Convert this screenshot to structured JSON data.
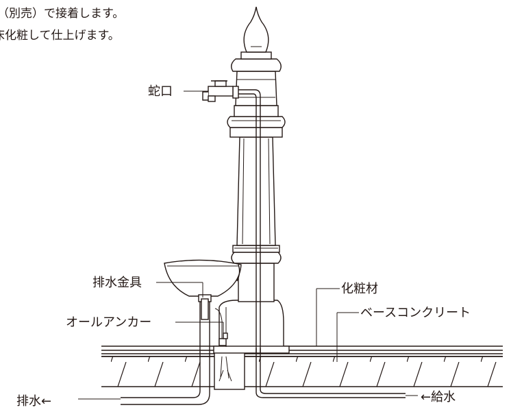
{
  "notes": {
    "line1": "（別売）で接着します。",
    "line2": "床化粧して仕上げます。"
  },
  "labels": {
    "faucet": "蛇口",
    "drain_fitting": "排水金具",
    "anchor": "オールアンカー",
    "finish_material": "化粧材",
    "base_concrete": "ベースコンクリート",
    "drain": "排水←",
    "water_supply": "←給水"
  },
  "colors": {
    "line": "#231815",
    "background": "#ffffff"
  }
}
